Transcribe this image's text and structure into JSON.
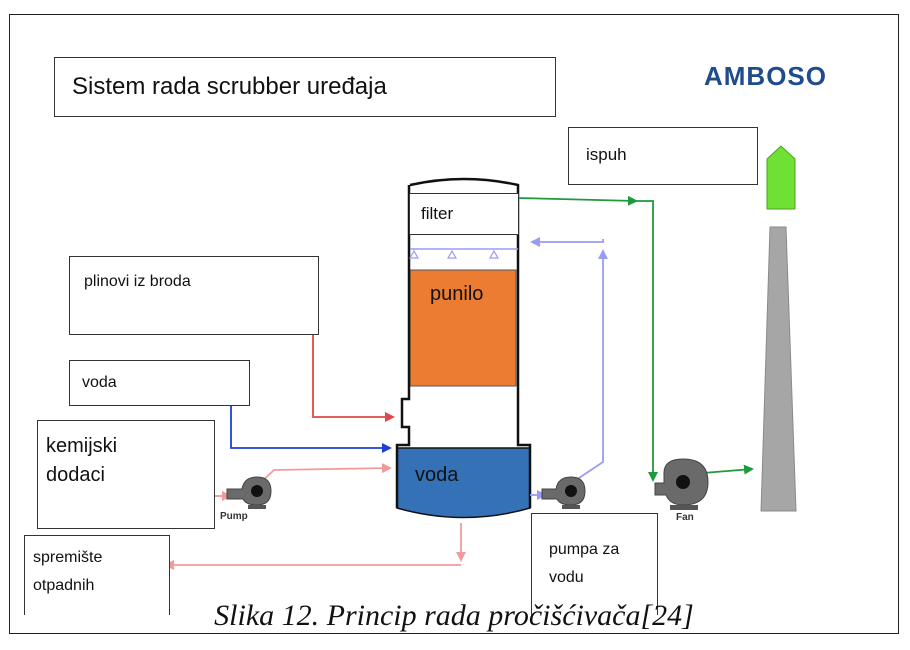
{
  "title": "Sistem rada scrubber uređaja",
  "brand": "AMBOSO",
  "caption": "Slika 12. Princip rada pročišćivača[24]",
  "labels": {
    "ispuh": "ispuh",
    "filter": "filter",
    "plinovi": "plinovi iz broda",
    "punilo": "punilo",
    "voda_in": "voda",
    "voda_tank": "voda",
    "kemijski_line1": "kemijski",
    "kemijski_line2": "dodaci",
    "spremiste_line1": "spremište",
    "spremiste_line2": "otpadnih",
    "pumpa_line1": "pumpa za",
    "pumpa_line2": "vodu",
    "pump_small": "Pump",
    "fan": "Fan"
  },
  "colors": {
    "gas_line": "#e04848",
    "water_line": "#1f3fd6",
    "recirc_line": "#9a9cf2",
    "chem_line": "#f29a9a",
    "exhaust_line": "#1f9a3a",
    "packing": "#ec7c32",
    "water_tank": "#3571b6",
    "stack": "#a6a6a6",
    "stack_cap": "#6fe034",
    "brand": "#1e4c8c"
  }
}
